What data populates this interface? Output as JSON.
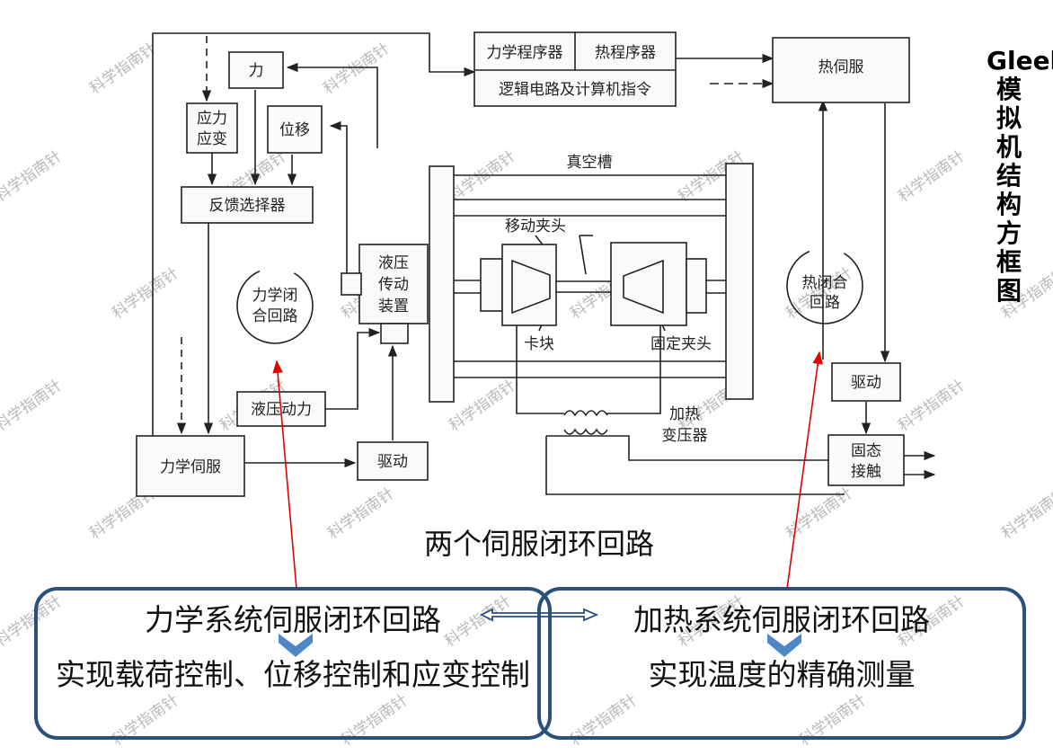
{
  "title_vertical": [
    "Gleeble",
    "模",
    "拟",
    "机",
    "结",
    "构",
    "方",
    "框",
    "图"
  ],
  "blocks": {
    "force": "力",
    "stress_strain_1": "应力",
    "stress_strain_2": "应变",
    "displacement": "位移",
    "feedback_selector": "反馈选择器",
    "mech_loop_1": "力学闭",
    "mech_loop_2": "合回路",
    "hydraulic_1": "液压",
    "hydraulic_2": "传动",
    "hydraulic_3": "装置",
    "hydraulic_power": "液压动力",
    "mech_servo": "力学伺服",
    "drive_left": "驱动",
    "mech_programmer": "力学程序器",
    "thermal_programmer": "热程序器",
    "logic_circuit": "逻辑电路及计算机指令",
    "thermal_servo": "热伺服",
    "vacuum_chamber": "真空槽",
    "moving_jaw": "移动夹头",
    "clamp_block": "卡块",
    "fixed_jaw": "固定夹头",
    "thermal_loop_1": "热闭合",
    "thermal_loop_2": "回路",
    "drive_right": "驱动",
    "heating_transformer_1": "加热",
    "heating_transformer_2": "变压器",
    "solid_contact_1": "固态",
    "solid_contact_2": "接触"
  },
  "watermark": "科学指南针",
  "caption": "两个伺服闭环回路",
  "panels": {
    "left": {
      "title": "力学系统伺服闭环回路",
      "desc": "实现载荷控制、位移控制和应变控制"
    },
    "right": {
      "title": "加热系统伺服闭环回路",
      "desc": "实现温度的精确测量"
    }
  },
  "colors": {
    "panel_border": "#2c4f7c",
    "chevron": "#4f86c6",
    "annotation_arrow": "#e00000"
  }
}
